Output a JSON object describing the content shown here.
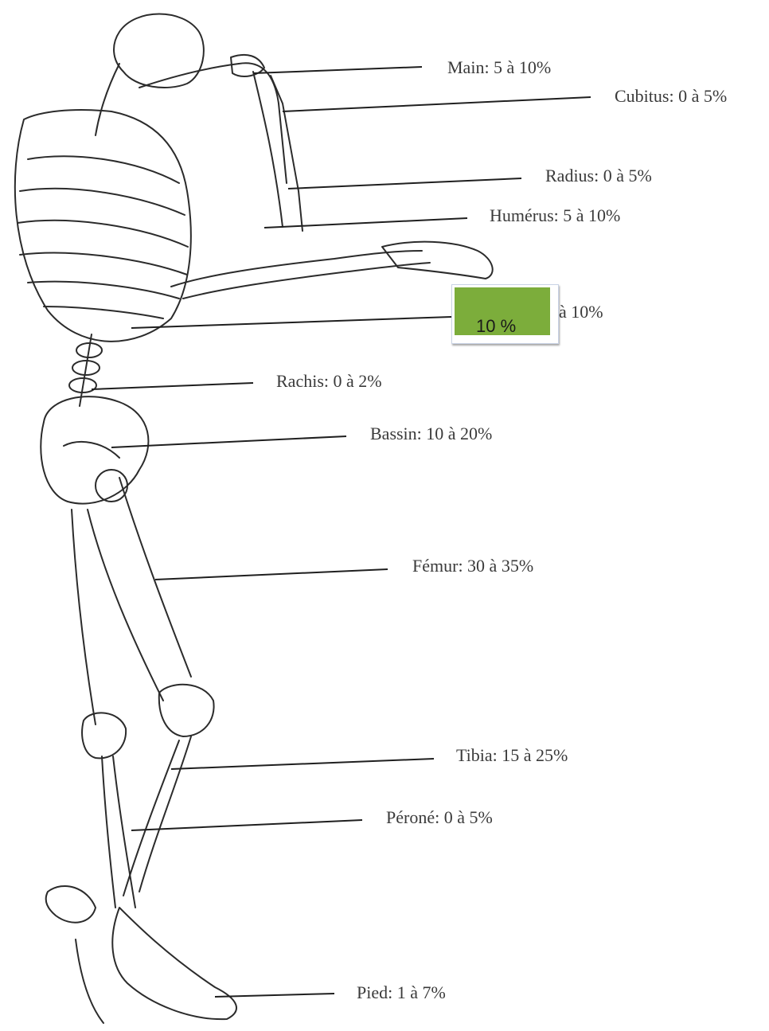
{
  "labels": {
    "main": "Main: 5 à 10%",
    "cubitus": "Cubitus: 0 à 5%",
    "radius": "Radius: 0 à 5%",
    "humerus": "Humérus: 5 à 10%",
    "cotes_partial": "à 10%",
    "rachis": "Rachis: 0 à 2%",
    "bassin": "Bassin: 10 à 20%",
    "femur": "Fémur: 30 à 35%",
    "tibia": "Tibia: 15 à 25%",
    "perone": "Péroné: 0 à 5%",
    "pied": "Pied: 1 à 7%"
  },
  "sticker": {
    "text": "10 %",
    "fill_color": "#7cad3b"
  },
  "illustration": {
    "subject": "skeleton-side-view",
    "line_color": "#2b2b2b"
  }
}
